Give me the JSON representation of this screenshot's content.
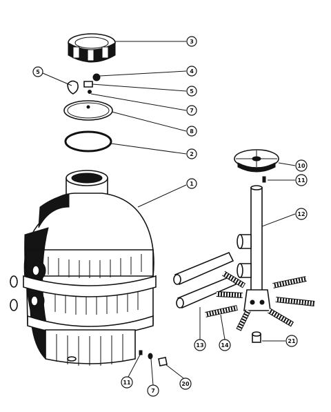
{
  "callouts": [
    {
      "id": "c3",
      "label": "3"
    },
    {
      "id": "c4",
      "label": "4"
    },
    {
      "id": "c5a",
      "label": "5"
    },
    {
      "id": "c5b",
      "label": "5"
    },
    {
      "id": "c7a",
      "label": "7"
    },
    {
      "id": "c8",
      "label": "8"
    },
    {
      "id": "c2",
      "label": "2"
    },
    {
      "id": "c10",
      "label": "10"
    },
    {
      "id": "c11a",
      "label": "11"
    },
    {
      "id": "c1",
      "label": "1"
    },
    {
      "id": "c12",
      "label": "12"
    },
    {
      "id": "c13",
      "label": "13"
    },
    {
      "id": "c14",
      "label": "14"
    },
    {
      "id": "c21",
      "label": "21"
    },
    {
      "id": "c11b",
      "label": "11"
    },
    {
      "id": "c7b",
      "label": "7"
    },
    {
      "id": "c20",
      "label": "20"
    }
  ]
}
